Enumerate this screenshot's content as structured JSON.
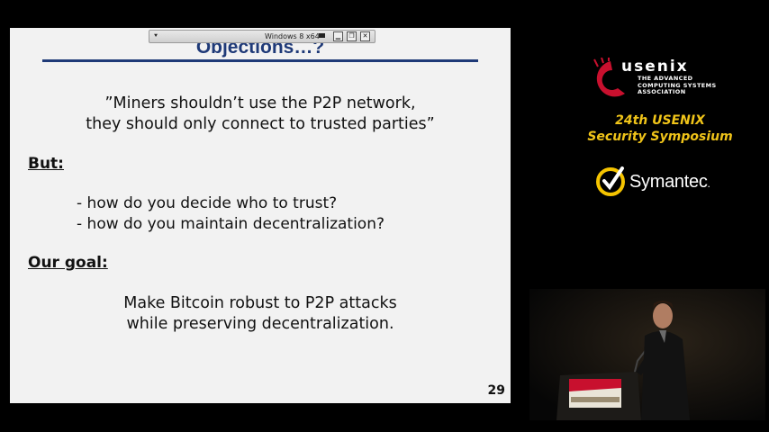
{
  "vm_window": {
    "title": "Windows 8 x64",
    "pin_glyph": "⯆",
    "minimize_glyph": "▁",
    "restore_glyph": "❐",
    "close_glyph": "✕"
  },
  "slide": {
    "title": "Objections…?",
    "quote_lines": [
      "”Miners shouldn’t use the P2P network,",
      "they should only connect to trusted parties”"
    ],
    "but_label": "But:",
    "bullets": [
      "- how do you decide who to trust?",
      "- how do you maintain decentralization?"
    ],
    "goal_label": "Our goal:",
    "goal_lines": [
      "Make Bitcoin robust to P2P attacks",
      "while preserving decentralization."
    ],
    "page_number": "29"
  },
  "branding": {
    "usenix_wordmark": "usenix",
    "usenix_tagline": [
      "THE ADVANCED",
      "COMPUTING SYSTEMS",
      "ASSOCIATION"
    ],
    "conference_lines": [
      "24th USENIX",
      "Security Symposium"
    ],
    "sponsor": "Symantec",
    "sponsor_suffix": ".",
    "colors": {
      "conference_text": "#f0c419",
      "usenix_red": "#c8102e",
      "symantec_yellow": "#f5c400",
      "slide_title": "#1f3a78"
    }
  },
  "video": {
    "description_icon": "speaker-at-podium"
  }
}
